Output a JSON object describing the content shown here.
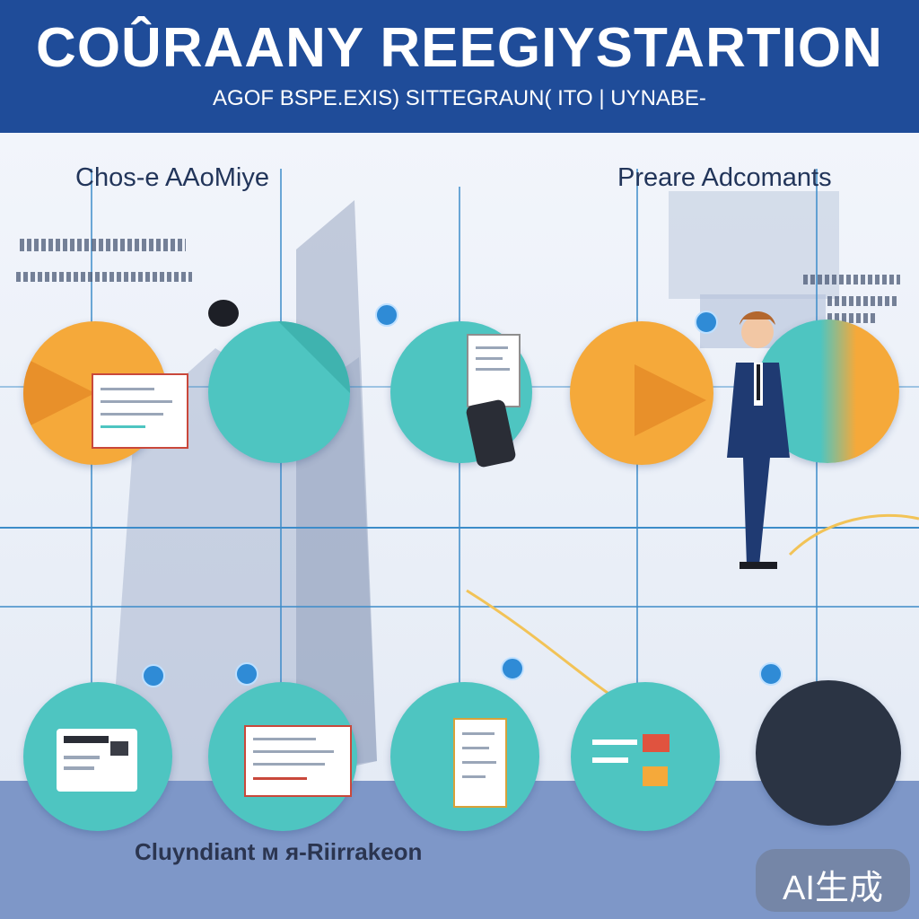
{
  "header": {
    "title": "COÛRAANY REEGIYSTARTION",
    "subtitle": "AGOF BSPE.EXIS) SITTEGRAUN( ITO | UYNABE-"
  },
  "sections": {
    "left_label": "Chos-e AAoMiye",
    "right_label": "Preare Adcomants",
    "bottom_label": "Cluyndiant ᴍ ᴙ-Riirrakeon"
  },
  "icons": {
    "top_row": [
      "orange-document-icon",
      "teal-blank-icon",
      "teal-tablet-icon",
      "orange-blank-icon",
      "teal-orange-split-icon"
    ],
    "bottom_row": [
      "teal-id-card-icon",
      "teal-form-icon",
      "teal-certificate-icon",
      "teal-chart-icon",
      "dark-circle-icon"
    ]
  },
  "colors": {
    "header": "#1f4c99",
    "teal": "#4ec5c1",
    "orange": "#f5a93a",
    "pin": "#2f8bd6",
    "band": "#7e97c8"
  },
  "badge": {
    "text": "AI生成"
  }
}
